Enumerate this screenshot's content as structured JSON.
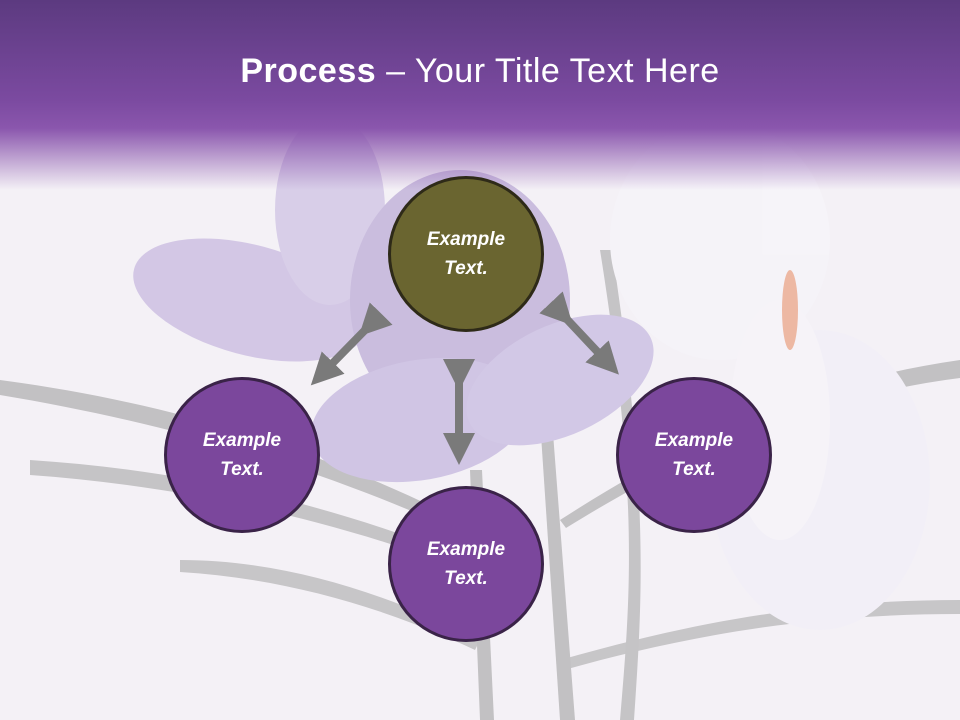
{
  "slide": {
    "title_bold": "Process",
    "title_rest": " – Your Title Text Here"
  },
  "nodes": [
    {
      "id": "top",
      "text": "Example\nText.",
      "color": "#6a6530"
    },
    {
      "id": "left",
      "text": "Example\nText.",
      "color": "#7b479c"
    },
    {
      "id": "right",
      "text": "Example\nText.",
      "color": "#7b479c"
    },
    {
      "id": "bottom",
      "text": "Example\nText.",
      "color": "#7b479c"
    }
  ],
  "colors": {
    "header": "#7b4aa0",
    "arrow": "#7a7a7a",
    "node_border": "#3a2348"
  }
}
